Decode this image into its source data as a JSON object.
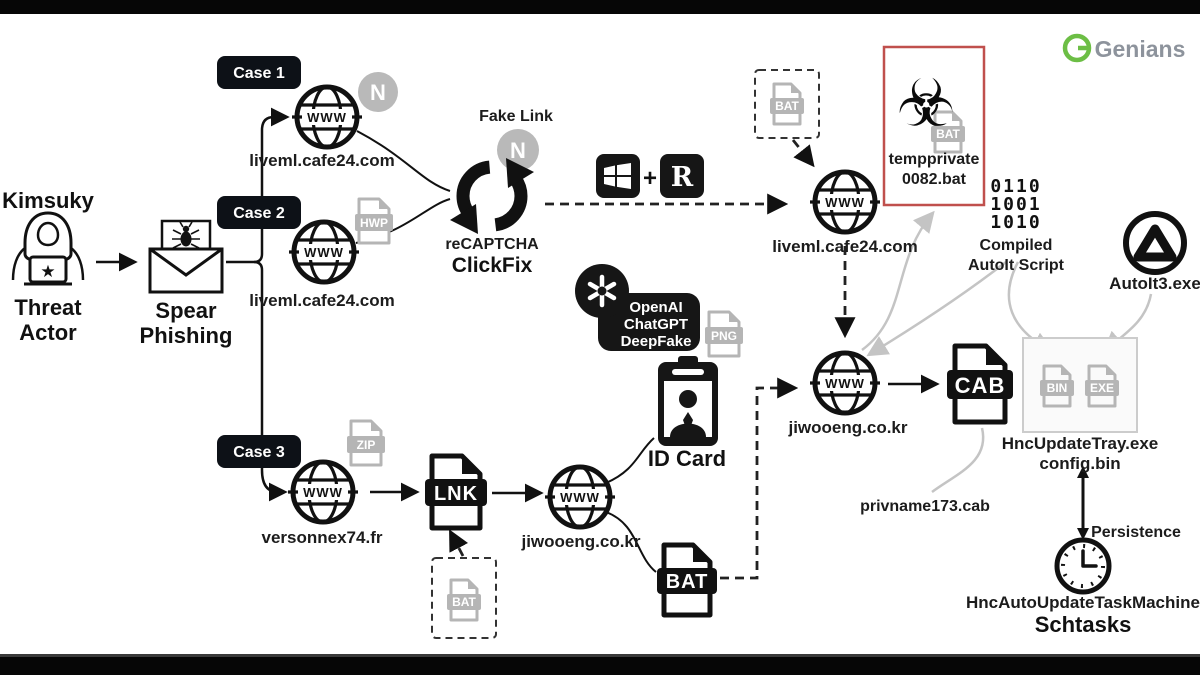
{
  "colors": {
    "accent_red": "#c0504d",
    "icon_gray": "#b5b5b5",
    "brand_green": "#6cbe45",
    "ink": "#111111"
  },
  "brand": {
    "name": "Genians"
  },
  "actor": {
    "title": "Kimsuky",
    "label_line1": "Threat",
    "label_line2": "Actor"
  },
  "phishing": {
    "label_line1": "Spear",
    "label_line2": "Phishing"
  },
  "badges": {
    "case1": "Case 1",
    "case2": "Case 2",
    "case3": "Case 3",
    "naver": "N"
  },
  "icon_labels": {
    "www": "WWW",
    "hwp": "HWP",
    "png": "PNG",
    "zip": "ZIP",
    "bat": "BAT",
    "lnk": "LNK",
    "cab": "CAB",
    "bin": "BIN",
    "exe": "EXE",
    "r_key": "R",
    "plus": "+",
    "star": "★",
    "biohazard": "☣"
  },
  "nodes": {
    "globe_case1": {
      "label": "liveml.cafe24.com"
    },
    "globe_case2": {
      "label": "liveml.cafe24.com"
    },
    "globe_redirect": {
      "label": "liveml.cafe24.com"
    },
    "globe_case3": {
      "label": "versonnex74.fr"
    },
    "globe_jiwooeng_bottom": {
      "label": "jiwooeng.co.kr"
    },
    "globe_jiwooeng_right": {
      "label": "jiwooeng.co.kr"
    },
    "fake_link": {
      "label": "Fake Link"
    },
    "recaptcha": {
      "line1": "reCAPTCHA",
      "line2": "ClickFix"
    },
    "temp_bat": {
      "line1": "tempprivate",
      "line2": "0082.bat"
    },
    "binary": {
      "line1": "0110",
      "line2": "1001",
      "line3": "1010",
      "caption1": "Compiled",
      "caption2": "AutoIt Script"
    },
    "autoit": {
      "label": "AutoIt3.exe"
    },
    "chatgpt": {
      "line1": "OpenAI",
      "line2": "ChatGPT",
      "line3": "DeepFake"
    },
    "idcard": {
      "label": "ID Card"
    },
    "cab_file": {
      "label": "privname173.cab"
    },
    "hnc": {
      "line1": "HncUpdateTray.exe",
      "line2": "config.bin"
    },
    "persistence": {
      "label": "Persistence"
    },
    "schtasks": {
      "line1": "HncAutoUpdateTaskMachine",
      "line2": "Schtasks"
    }
  }
}
